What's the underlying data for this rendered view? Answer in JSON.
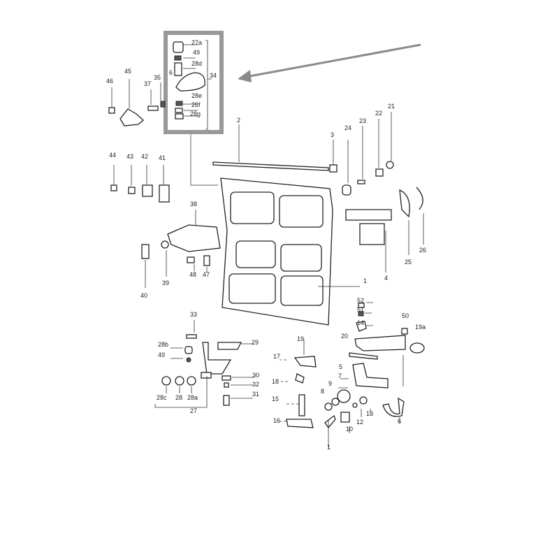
{
  "diagram": {
    "colors": {
      "highlight_box": "#999999",
      "arrow": "#8a8a8a",
      "ink": "#222222"
    },
    "callouts": {
      "c27a": "27a",
      "c49a": "49",
      "c28d": "28d",
      "c6a": "6",
      "c34": "34",
      "c28e": "28e",
      "c28f": "28f",
      "c28g": "28g",
      "c46": "46",
      "c45": "45",
      "c37": "37",
      "c35": "35",
      "c2": "2",
      "c3": "3",
      "c24": "24",
      "c23": "23",
      "c22": "22",
      "c21": "21",
      "c44": "44",
      "c43": "43",
      "c42": "42",
      "c41": "41",
      "c38": "38",
      "c40": "40",
      "c39": "39",
      "c48": "48",
      "c47": "47",
      "c1": "1",
      "c4": "4",
      "c25": "25",
      "c26": "26",
      "c33": "33",
      "c28b": "28b",
      "c49b": "49",
      "c29": "29",
      "c30": "30",
      "c32": "32",
      "c31": "31",
      "c28c": "28c",
      "c28": "28",
      "c28a": "28a",
      "c27": "27",
      "c52": "52",
      "c51": "51",
      "c14": "14",
      "c50": "50",
      "c19a": "19a",
      "c20": "20",
      "c19": "19",
      "c17": "17",
      "c5": "5",
      "c7": "7",
      "c9": "9",
      "c18": "18",
      "c8": "8",
      "c15": "15",
      "c13": "13",
      "c12": "12",
      "c10": "10",
      "c6": "6",
      "c16": "16",
      "c11": "1"
    }
  }
}
